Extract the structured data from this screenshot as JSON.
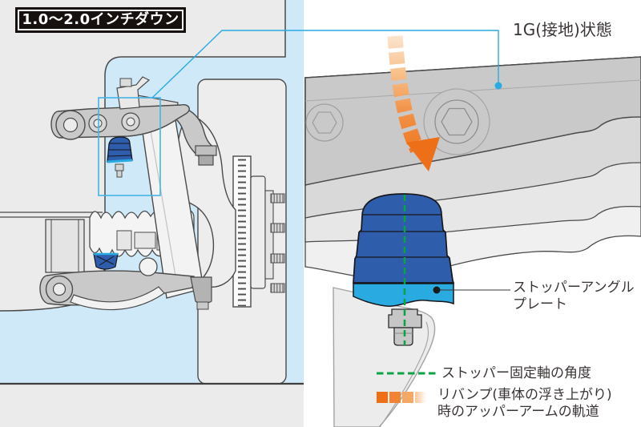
{
  "title_box": {
    "label": "1.0〜2.0インチダウン"
  },
  "callouts": {
    "ground_state": {
      "label": "1G(接地)状態"
    },
    "stopper_angle_plate": {
      "label": "ストッパーアングル\nプレート"
    }
  },
  "legend": {
    "fixed_axis": {
      "label": "ストッパー固定軸の角度",
      "style": "dashed-line",
      "color": "#0ba345"
    },
    "rebound_path": {
      "label": "リバンプ(車体の浮き上がり)\n時のアッパーアームの軌道",
      "style": "gradient-squares",
      "color": "#ed7019"
    }
  },
  "colors": {
    "background_left_panel": "#ebebec",
    "background_right_panel": "#ffffff",
    "backdrop_blue": "#cfe9f8",
    "bump_stop_blue": "#2e5dac",
    "stopper_plate_cyan": "#29abe2",
    "callout_cyan": "#29abe2",
    "highlight_box_cyan": "#45b4e5",
    "axis_green": "#0ba345",
    "arrow_orange": "#ed7019",
    "part_gray": "#c9c9ca",
    "text_dark": "#3a3534"
  },
  "icons": {
    "rebound_arrow": "orange-gradient-down-arrow",
    "callout_dot": "blue-dot",
    "plate_callout_dot": "black-dot"
  }
}
